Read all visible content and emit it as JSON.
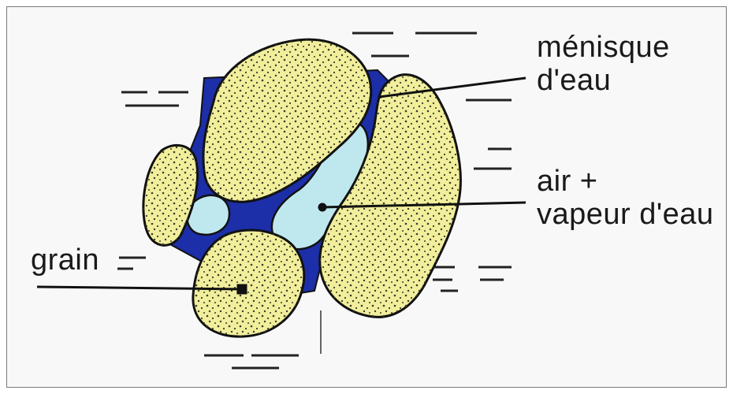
{
  "labels": {
    "menisque_line1": "ménisque",
    "menisque_line2": "d'eau",
    "air_line1": "air +",
    "air_line2": "vapeur d'eau",
    "grain": "grain"
  },
  "colors": {
    "grain_fill": "#f1ee9c",
    "grain_dots": "#3b3b2a",
    "water": "#1c2fa8",
    "air": "#bfe8ee",
    "outline": "#111111",
    "background": "#f8f8f8"
  }
}
